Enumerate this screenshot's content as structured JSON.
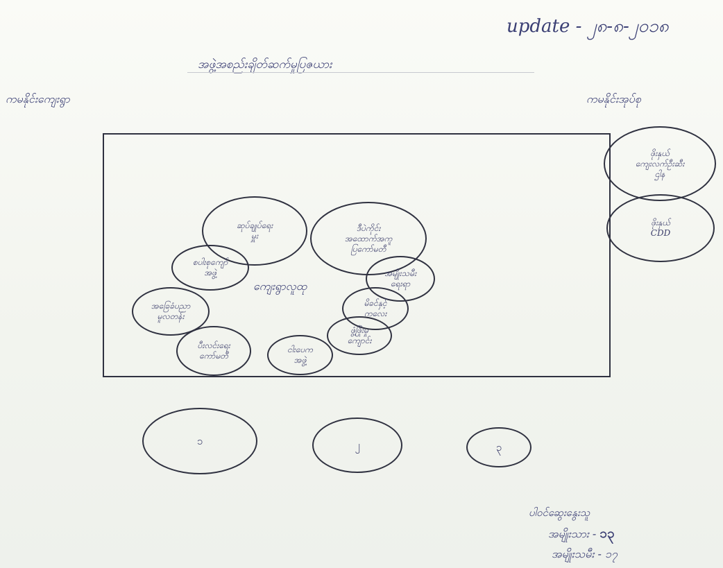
{
  "header": {
    "update": "update - ၂၈-၈-၂၀၁၈",
    "title": "အဖွဲ့အစည်းချိတ်ဆက်မှုပြဇယား",
    "top_left": "ကမနိုင်းကျေးရွာ",
    "top_right": "ကမနိုင်းအုပ်စု"
  },
  "diagram": {
    "center_label": "ကျေးရွာလူထု",
    "inner_circles": [
      "ဆုပ်ချုပ်ရေး\nမှူး",
      "ဒီပဲကိုင်း\nအထောက်အကူ\nပြကော်မတီ",
      "အမျိုးသမီး\nရေးရာ",
      "မိခင်နှင့်\nကလေး",
      "ဖွံ့ဖြိုးမှု\nကျောင်း",
      "ငါးပေက\nအဖွဲ့",
      "ပီးလင်းရေး\nကော်မတီ",
      "အခြေခံပညာ\nမူလတန်း",
      "စပါးစုကျော်\nအဖွဲ့"
    ],
    "outer_circles": [
      "ဖိုးနှယ်\nကျေးလက်ဦးဆီး\nဌါန",
      "ဖိုးနှယ်\nCDD"
    ],
    "bottom_circles": [
      "၁",
      "၂",
      "၃"
    ]
  },
  "footer": {
    "label": "ပါဝင်ဆွေးနွေးသူ",
    "male_label": "အမျိုးသား -",
    "male_count": "၁၃",
    "female_label": "အမျိုးသမီး -",
    "female_count": "၁၇"
  }
}
